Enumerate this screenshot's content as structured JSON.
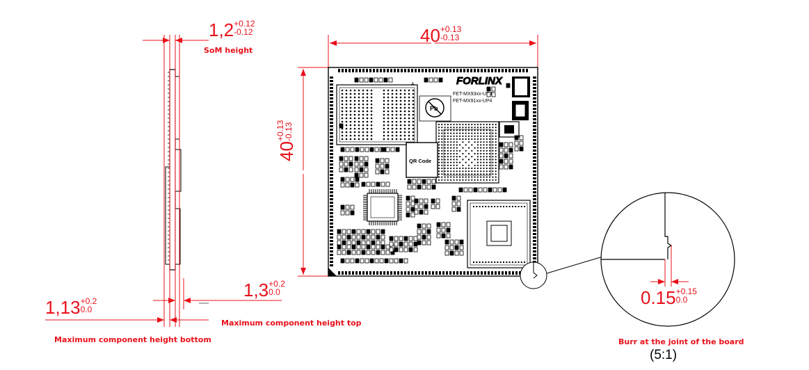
{
  "dimensions": {
    "som_height": {
      "value": "1,2",
      "upper": "+0.12",
      "lower": "-0.12"
    },
    "board_width": {
      "value": "40",
      "upper": "+0.13",
      "lower": "-0.13"
    },
    "board_height": {
      "value": "40",
      "upper": "+0.13",
      "lower": "-0.13"
    },
    "max_bottom": {
      "value": "1,13",
      "upper": "+0.2",
      "lower": "0.0"
    },
    "max_top": {
      "value": "1,3",
      "upper": "+0.2",
      "lower": "0.0"
    },
    "burr": {
      "value": "0.15",
      "upper": "+0.15",
      "lower": "0.0"
    }
  },
  "captions": {
    "som_height": "SoM height",
    "max_top": "Maximum component height top",
    "max_bottom": "Maximum component height bottom",
    "burr": "Burr at the joint of the board",
    "scale": "(5:1)"
  },
  "board": {
    "brand": "FORLINX",
    "model_1": "FET-MX93xx-UP4",
    "model_2": "FET-MX91xx-UP4",
    "qr_label": "QR Code",
    "pin_a": "A"
  },
  "colors": {
    "dimension": "#e8101a",
    "outline": "#000000"
  }
}
